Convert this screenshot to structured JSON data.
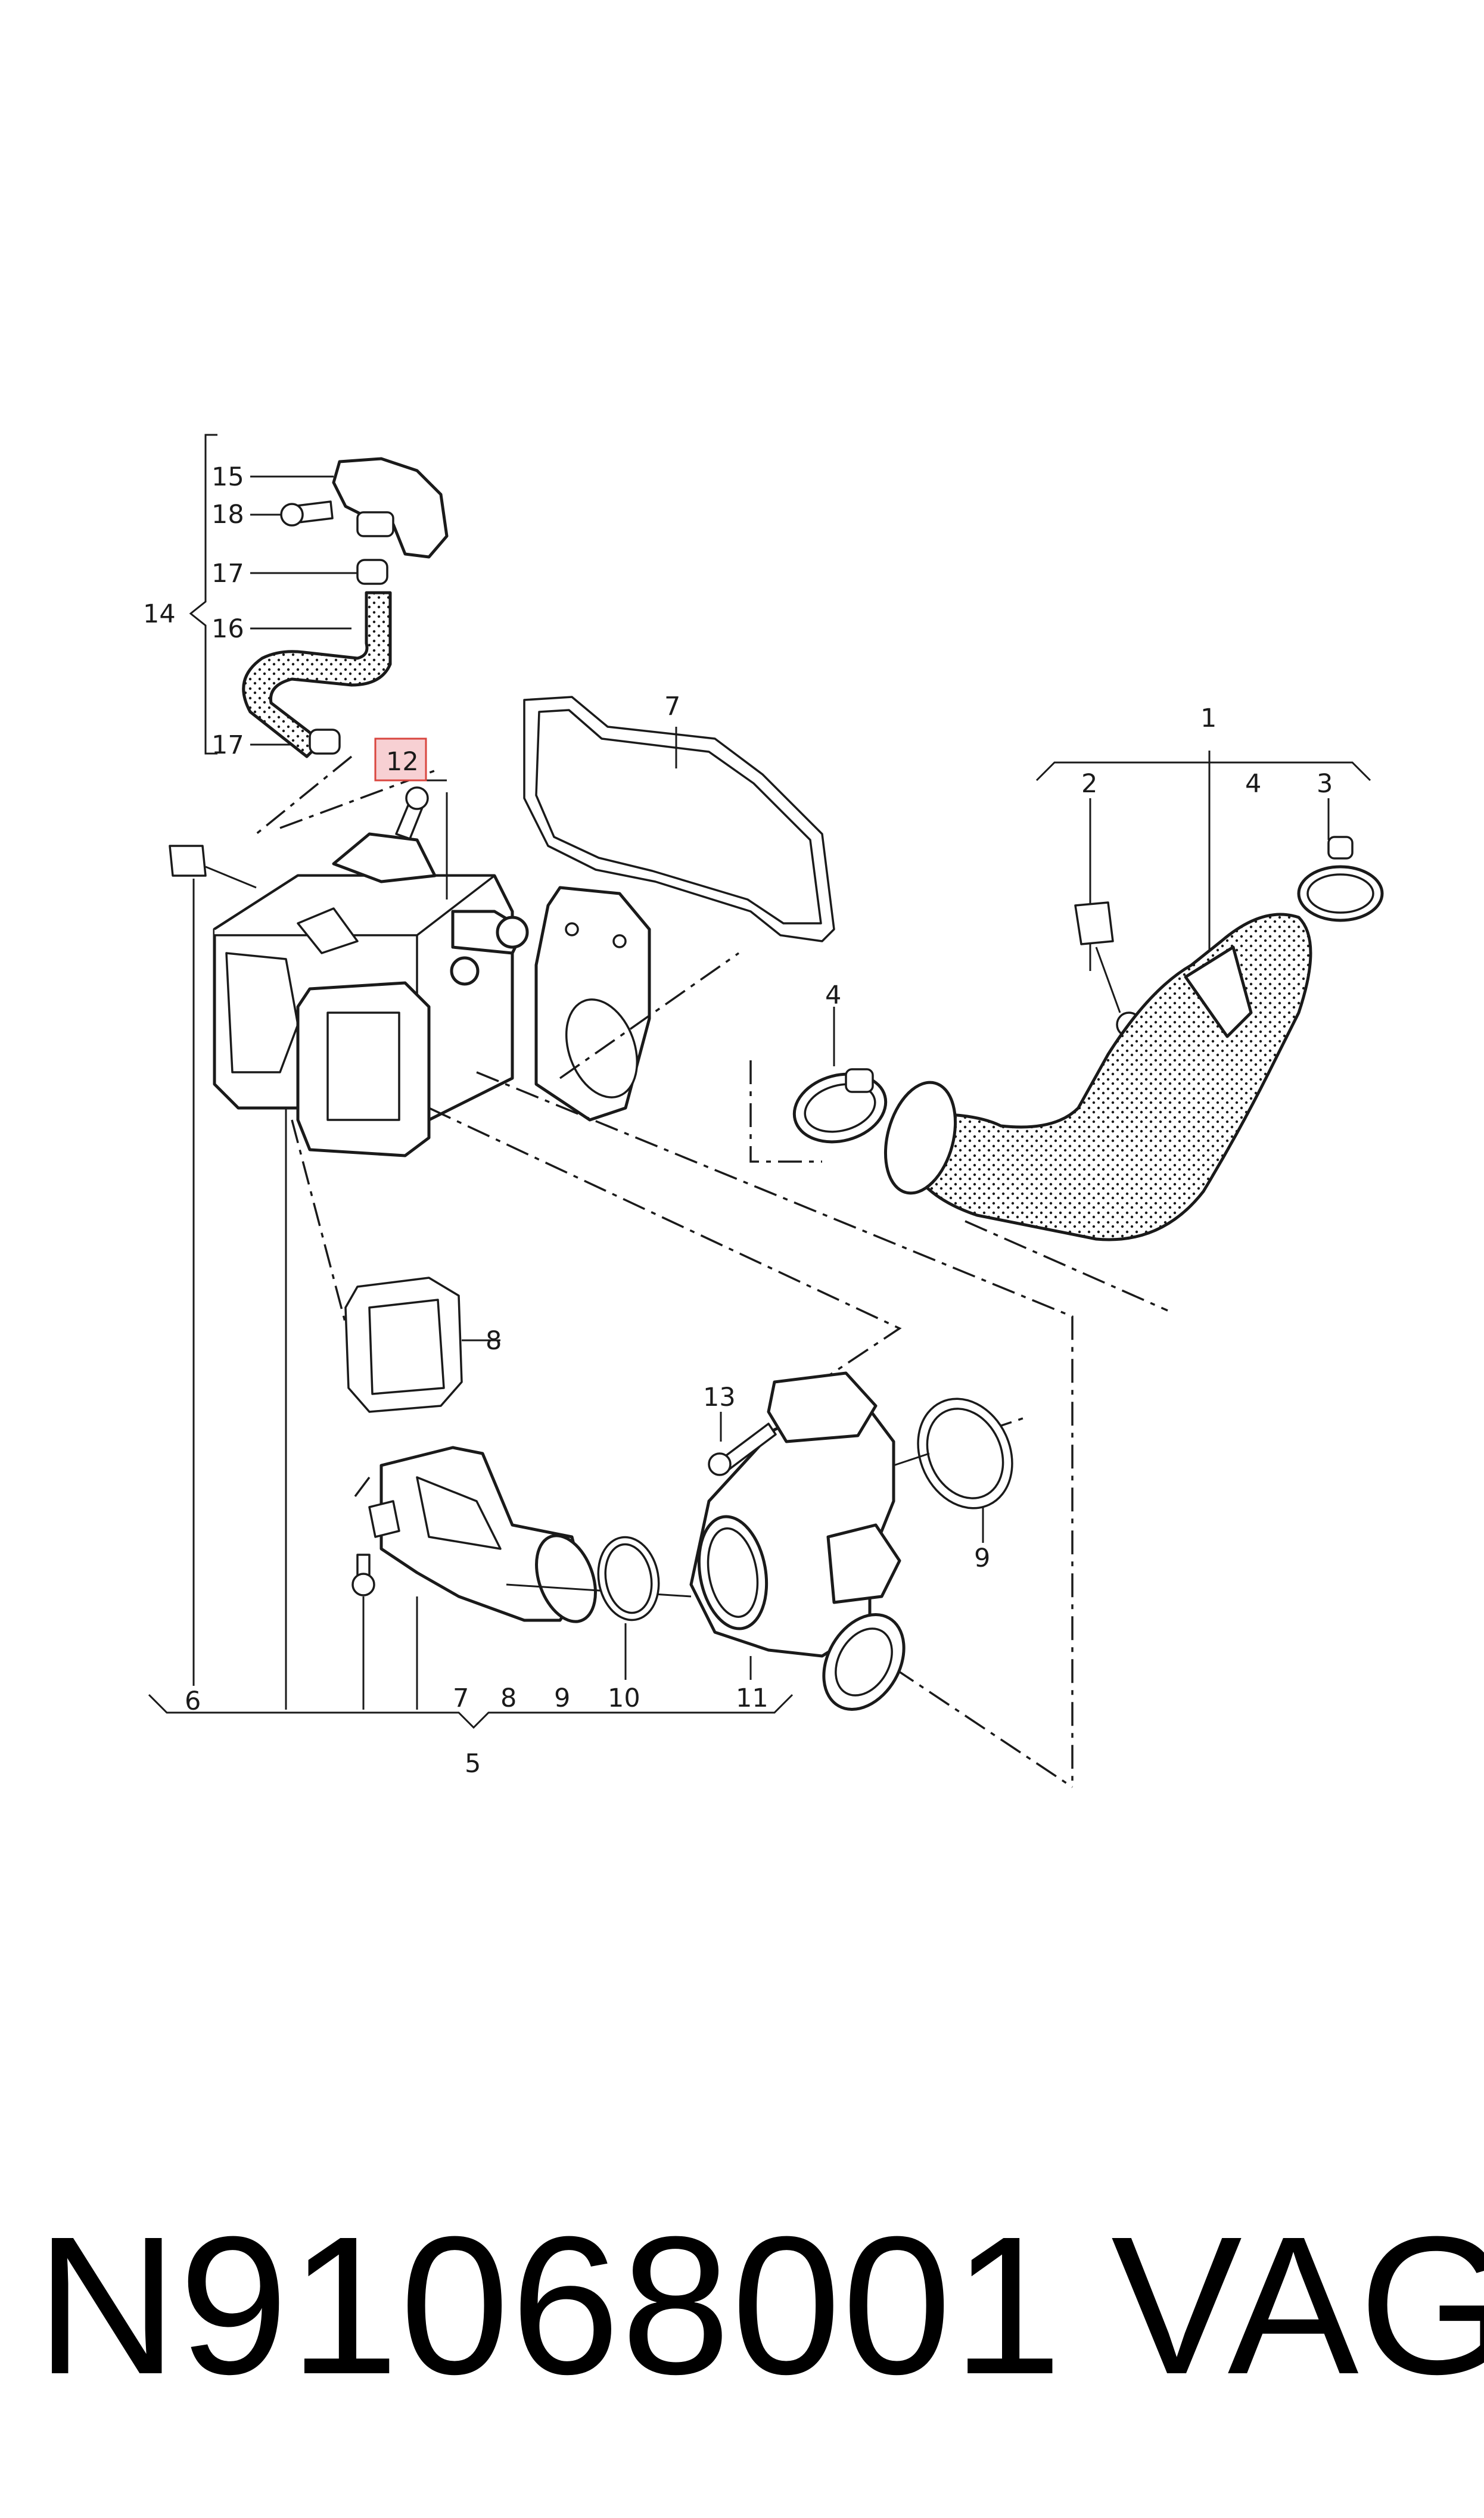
{
  "diagram": {
    "callouts": [
      {
        "id": "1",
        "text": "1"
      },
      {
        "id": "2",
        "text": "2"
      },
      {
        "id": "3",
        "text": "3"
      },
      {
        "id": "4a",
        "text": "4"
      },
      {
        "id": "4b",
        "text": "4"
      },
      {
        "id": "5",
        "text": "5"
      },
      {
        "id": "6",
        "text": "6"
      },
      {
        "id": "7a",
        "text": "7"
      },
      {
        "id": "7b",
        "text": "7"
      },
      {
        "id": "8a",
        "text": "8"
      },
      {
        "id": "8b",
        "text": "8"
      },
      {
        "id": "9a",
        "text": "9"
      },
      {
        "id": "9b",
        "text": "9"
      },
      {
        "id": "10",
        "text": "10"
      },
      {
        "id": "11",
        "text": "11"
      },
      {
        "id": "12",
        "text": "12"
      },
      {
        "id": "13",
        "text": "13"
      },
      {
        "id": "14",
        "text": "14"
      },
      {
        "id": "15",
        "text": "15"
      },
      {
        "id": "16",
        "text": "16"
      },
      {
        "id": "17a",
        "text": "17"
      },
      {
        "id": "17b",
        "text": "17"
      },
      {
        "id": "18",
        "text": "18"
      }
    ],
    "highlighted_callout": "12",
    "colors": {
      "line": "#1a1a1a",
      "highlight_fill": "#f7d0d3",
      "highlight_stroke": "#d9463f"
    }
  },
  "footer": {
    "part_number": "N91068001",
    "brand": "VAG"
  }
}
